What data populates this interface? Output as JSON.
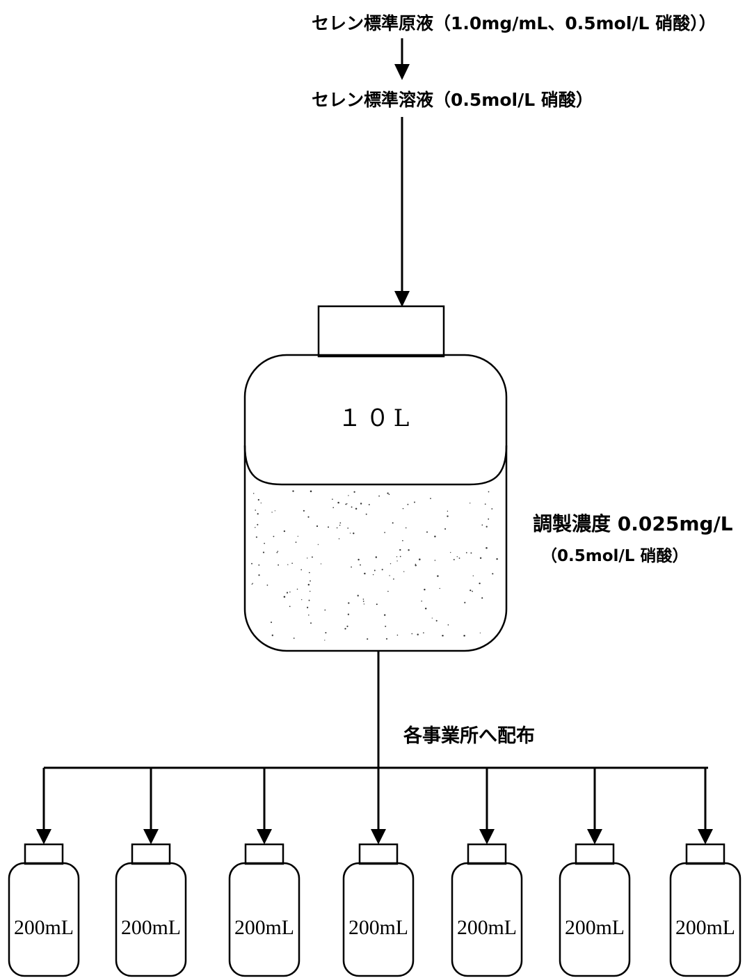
{
  "flow": {
    "stock_solution": "セレン標準原液（1.0mg/mL、0.5mol/L 硝酸））",
    "standard_solution": "セレン標準溶液（0.5mol/L 硝酸）",
    "tank_volume": "１０L",
    "concentration_label": "調製濃度 0.025mg/L",
    "concentration_acid": "（0.5mol/L 硝酸）",
    "distribution_label": "各事業所へ配布",
    "bottles": [
      "200mL",
      "200mL",
      "200mL",
      "200mL",
      "200mL",
      "200mL",
      "200mL"
    ]
  }
}
